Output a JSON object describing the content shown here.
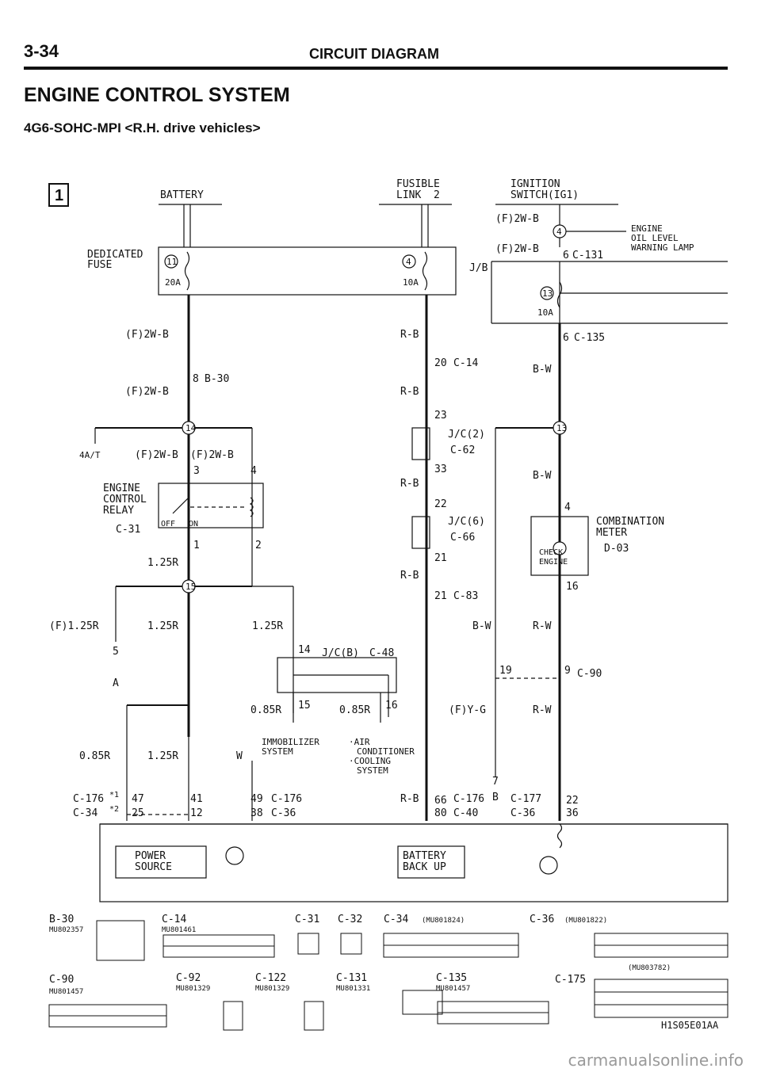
{
  "header": {
    "page_number": "3-34",
    "title": "CIRCUIT DIAGRAM"
  },
  "section": {
    "title": "ENGINE CONTROL SYSTEM",
    "subtitle": "4G6-SOHC-MPI <R.H. drive vehicles>"
  },
  "page_marker": "1",
  "labels": {
    "battery": "BATTERY",
    "fusible_link": "FUSIBLE",
    "fusible_link2": "LINK",
    "fusible_link_no": "2",
    "ignition": "IGNITION",
    "ignition2": "SWITCH(IG1)",
    "dedicated_fuse": "DEDICATED",
    "dedicated_fuse2": "FUSE",
    "fuse_11": "11",
    "fuse_11_amp": "20A",
    "fuse_4": "4",
    "fuse_4_amp": "10A",
    "fuse_13": "13",
    "fuse_13_amp": "10A",
    "jb": "J/B",
    "f2wb_ign1": "(F)2W-B",
    "f2wb_ign2": "(F)2W-B",
    "ign_pin4": "4",
    "ign_pin6": "6",
    "c131": "C-131",
    "engine_oil": "ENGINE",
    "engine_oil2": "OIL LEVEL",
    "engine_oil3": "WARNING LAMP",
    "f2wb_1": "(F)2W-B",
    "f2wb_2": "(F)2W-B",
    "f2wb_3": "(F)2W-B",
    "f2wb_4": "(F)2W-B",
    "b30_pin": "8",
    "b30": "B-30",
    "rb_1": "R-B",
    "rb_2": "R-B",
    "rb_3": "R-B",
    "rb_4": "R-B",
    "rb_5": "R-B",
    "c14_pin": "20",
    "c14": "C-14",
    "jc2": "J/C(2)",
    "c62": "C-62",
    "jc2_23": "23",
    "jc2_33": "33",
    "jc6": "J/C(6)",
    "c66": "C-66",
    "jc6_22": "22",
    "jc6_21": "21",
    "c83_pin": "21",
    "c83": "C-83",
    "c135_pin": "6",
    "c135": "C-135",
    "bw_1": "B-W",
    "bw_2": "B-W",
    "bw_3": "B-W",
    "node_14": "14",
    "node_13": "13",
    "node_15": "15",
    "fuse_4a": "4A/T",
    "relay": "ENGINE",
    "relay2": "CONTROL",
    "relay3": "RELAY",
    "c31": "C-31",
    "relay_off": "OFF",
    "relay_on": "ON",
    "relay_3": "3",
    "relay_4": "4",
    "relay_1": "1",
    "relay_2": "2",
    "r125_1": "1.25R",
    "r125_2": "(F)1.25R",
    "r125_3": "1.25R",
    "r125_4": "1.25R",
    "r125_5": "1.25R",
    "combination": "COMBINATION",
    "combination2": "METER",
    "d03": "D-03",
    "check_engine": "CHECK",
    "check_engine2": "ENGINE",
    "comb_4": "4",
    "comb_16": "16",
    "rw_1": "R-W",
    "rw_2": "R-W",
    "jcb_14": "14",
    "jcb": "J/C(B)",
    "c48": "C-48",
    "jcb_15": "15",
    "jcb_16": "16",
    "r085_1": "0.85R",
    "r085_2": "0.85R",
    "r085_3": "0.85R",
    "immobilizer": "IMMOBILIZER",
    "immobilizer2": "SYSTEM",
    "aircon": "·AIR",
    "aircon2": "CONDITIONER",
    "aircon3": "·COOLING",
    "aircon4": "SYSTEM",
    "w_label": "W",
    "marker5": "5",
    "marker7": "7",
    "marker_a": "A",
    "marker_b": "B",
    "p19": "19",
    "p9": "9",
    "c90": "C-90",
    "fyg": "(F)Y-G",
    "c176_a": "C-176",
    "c34_a": "C-34",
    "star1": "*1",
    "star2": "*2",
    "p47": "47",
    "p25": "25",
    "p41": "41",
    "p12": "12",
    "p49": "49",
    "p38": "38",
    "c176_b": "C-176",
    "c36_b": "C-36",
    "p66": "66",
    "p80": "80",
    "c176_c": "C-176",
    "c40_c": "C-40",
    "c177": "C-177",
    "c36_d": "C-36",
    "p22": "22",
    "p36": "36",
    "power_source": "POWER",
    "power_source2": "SOURCE",
    "battery_backup": "BATTERY",
    "battery_backup2": "BACK UP"
  },
  "connectors": [
    {
      "id": "B-30",
      "part": "MU802357"
    },
    {
      "id": "C-14",
      "part": "MU801461"
    },
    {
      "id": "C-31",
      "part": ""
    },
    {
      "id": "C-32",
      "part": ""
    },
    {
      "id": "C-34",
      "part": "(MU801824)"
    },
    {
      "id": "C-36",
      "part": "(MU801822)"
    },
    {
      "id": "C-90",
      "part": "MU801457"
    },
    {
      "id": "C-92",
      "part": "MU801329"
    },
    {
      "id": "C-122",
      "part": "MU801329"
    },
    {
      "id": "C-131",
      "part": "MU801331"
    },
    {
      "id": "C-135",
      "part": "MU801457"
    },
    {
      "id": "C-175",
      "part": "(MU803782)"
    }
  ],
  "diagram_code": "H1S05E01AA",
  "watermark": "carmanualsonline.info"
}
